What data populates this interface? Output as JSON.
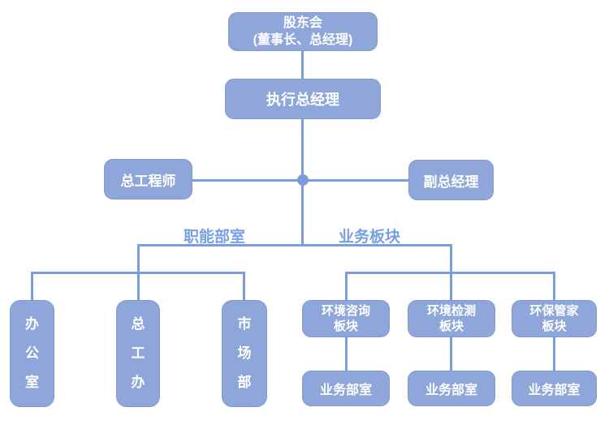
{
  "colors": {
    "background": "#FFFFFF",
    "box_fill": "#8FA6DA",
    "box_border": "#7F9ACF",
    "box_text": "#FFFFFF",
    "line": "#7C9DDC",
    "label_text": "#79A0E2"
  },
  "nodes": {
    "shareholders": "股东会\n(董事长、总经理)",
    "executive_gm": "执行总经理",
    "chief_engineer": "总工程师",
    "deputy_gm": "副总经理",
    "functional_label": "职能部室",
    "business_label": "业务板块",
    "office": "办\n公\n室",
    "chief_engineer_office": "总\n工\n办",
    "marketing": "市\n场\n部",
    "env_consulting": "环境咨询\n板块",
    "env_testing": "环境检测\n板块",
    "env_housekeeper": "环保管家\n板块",
    "business_dept_1": "业务部室",
    "business_dept_2": "业务部室",
    "business_dept_3": "业务部室"
  }
}
